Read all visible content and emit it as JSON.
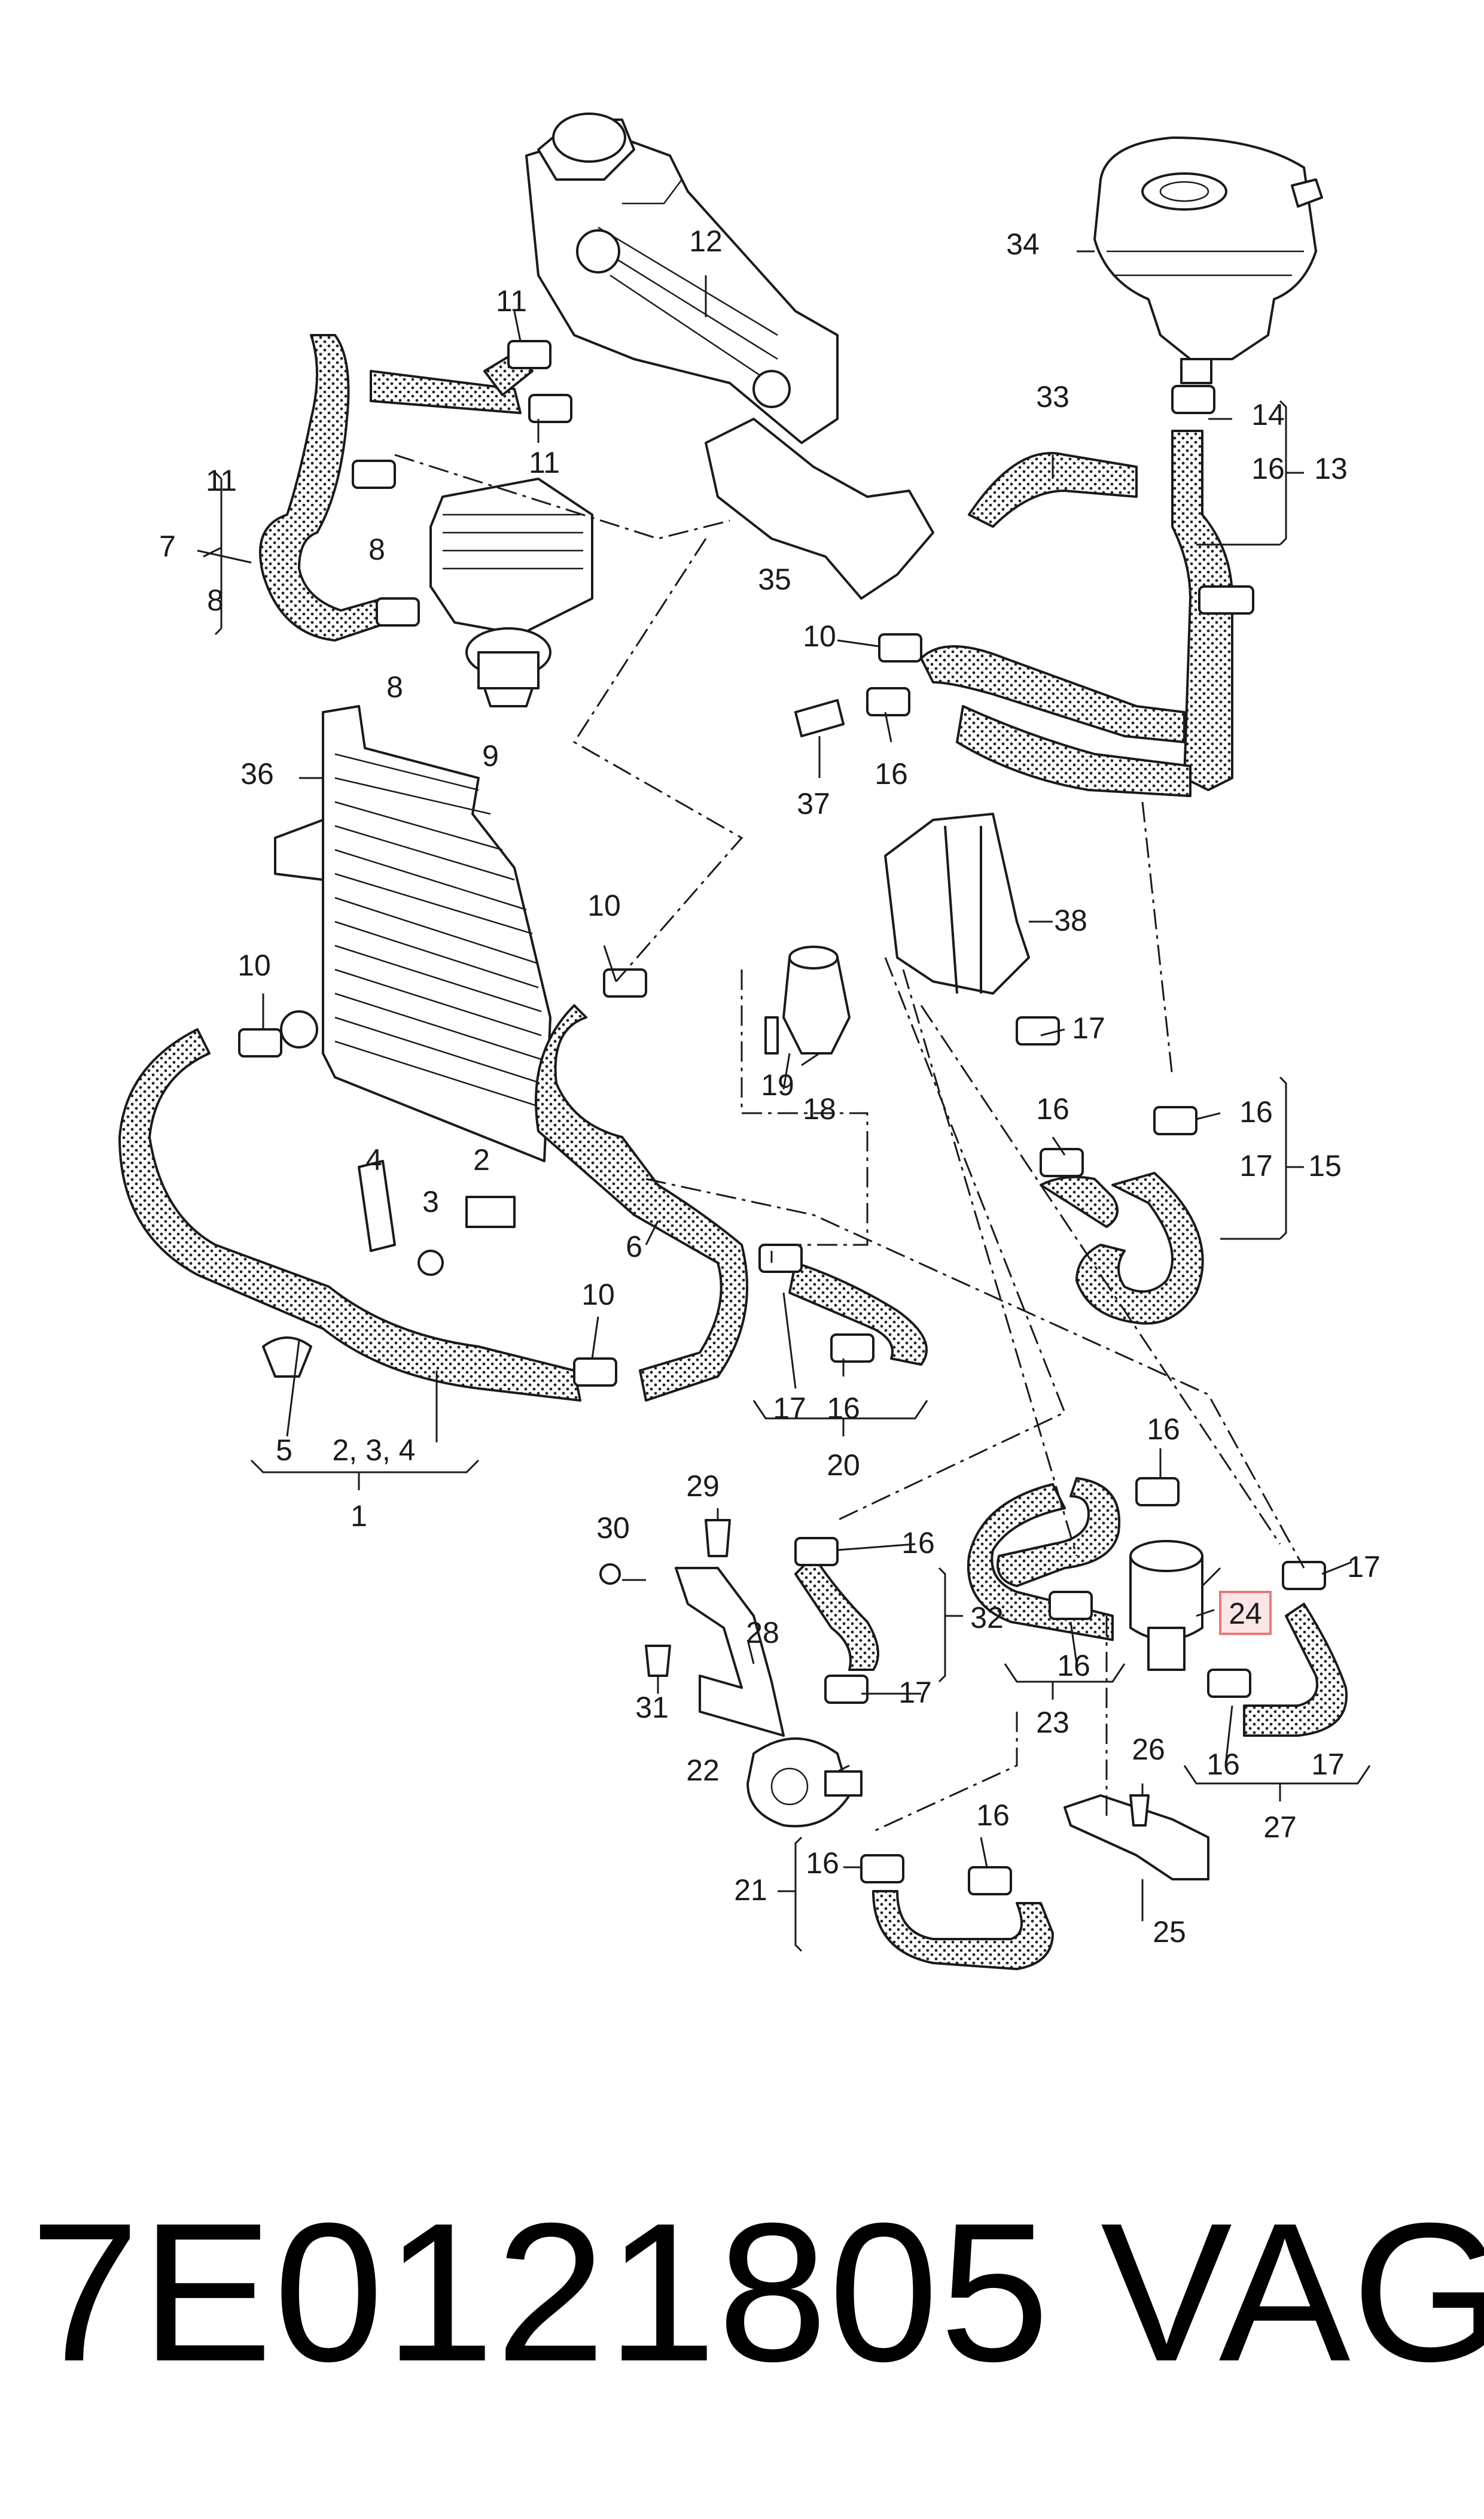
{
  "diagram": {
    "labels": [
      "1",
      "2, 3, 4",
      "2",
      "3",
      "4",
      "5",
      "6",
      "7",
      "8",
      "9",
      "10",
      "11",
      "12",
      "13",
      "14",
      "15",
      "16",
      "17",
      "18",
      "19",
      "20",
      "21",
      "22",
      "23",
      "24",
      "25",
      "26",
      "27",
      "28",
      "29",
      "30",
      "31",
      "32",
      "33",
      "34",
      "35",
      "36",
      "37",
      "38"
    ],
    "highlighted_label": "24",
    "highlight_color": "#e87a7a"
  },
  "caption": {
    "part_number": "7E0121805",
    "brand": "VAG"
  }
}
